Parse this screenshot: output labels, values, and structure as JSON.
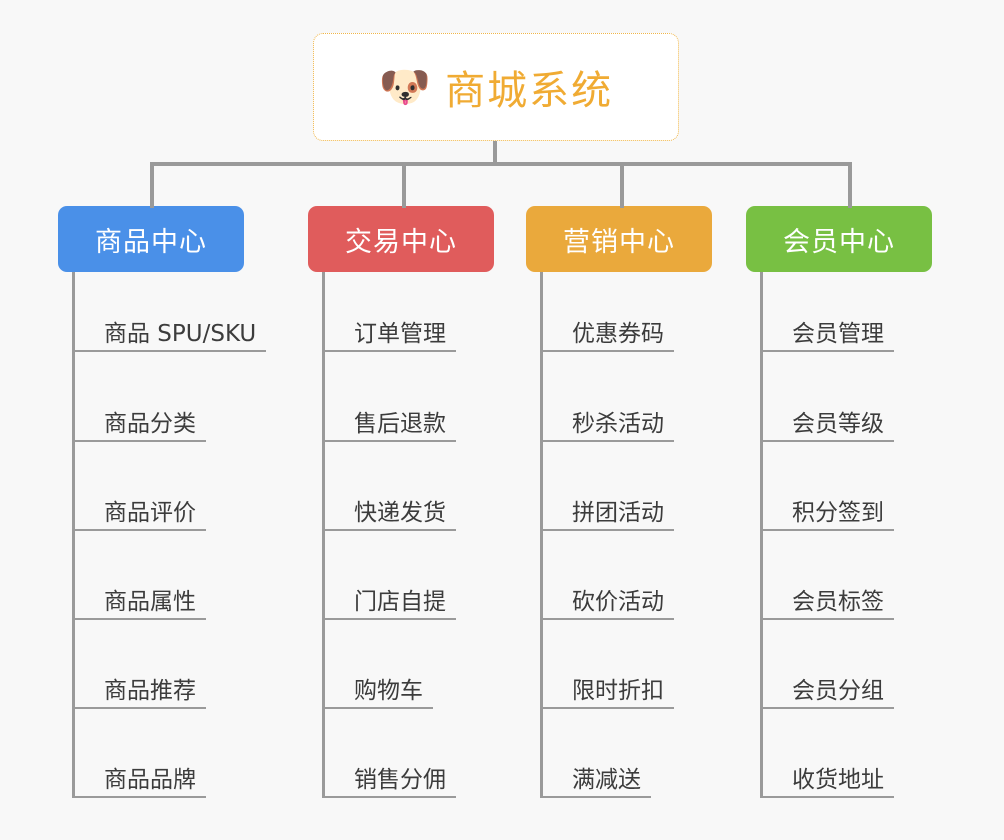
{
  "background_color": "#f8f8f8",
  "root": {
    "icon": "dog-face-emoji",
    "icon_glyph": "🐶",
    "title": "商城系统",
    "title_color": "#f0ab33",
    "border_color": "#f0b64a"
  },
  "columns": [
    {
      "id": "product-center",
      "header": "商品中心",
      "color": "#4a90e8",
      "items": [
        "商品 SPU/SKU",
        "商品分类",
        "商品评价",
        "商品属性",
        "商品推荐",
        "商品品牌"
      ]
    },
    {
      "id": "trade-center",
      "header": "交易中心",
      "color": "#e05c5c",
      "items": [
        "订单管理",
        "售后退款",
        "快递发货",
        "门店自提",
        "购物车",
        "销售分佣"
      ]
    },
    {
      "id": "marketing-center",
      "header": "营销中心",
      "color": "#eaa93c",
      "items": [
        "优惠券码",
        "秒杀活动",
        "拼团活动",
        "砍价活动",
        "限时折扣",
        "满减送"
      ]
    },
    {
      "id": "member-center",
      "header": "会员中心",
      "color": "#78c043",
      "items": [
        "会员管理",
        "会员等级",
        "积分签到",
        "会员标签",
        "会员分组",
        "收货地址"
      ]
    }
  ]
}
